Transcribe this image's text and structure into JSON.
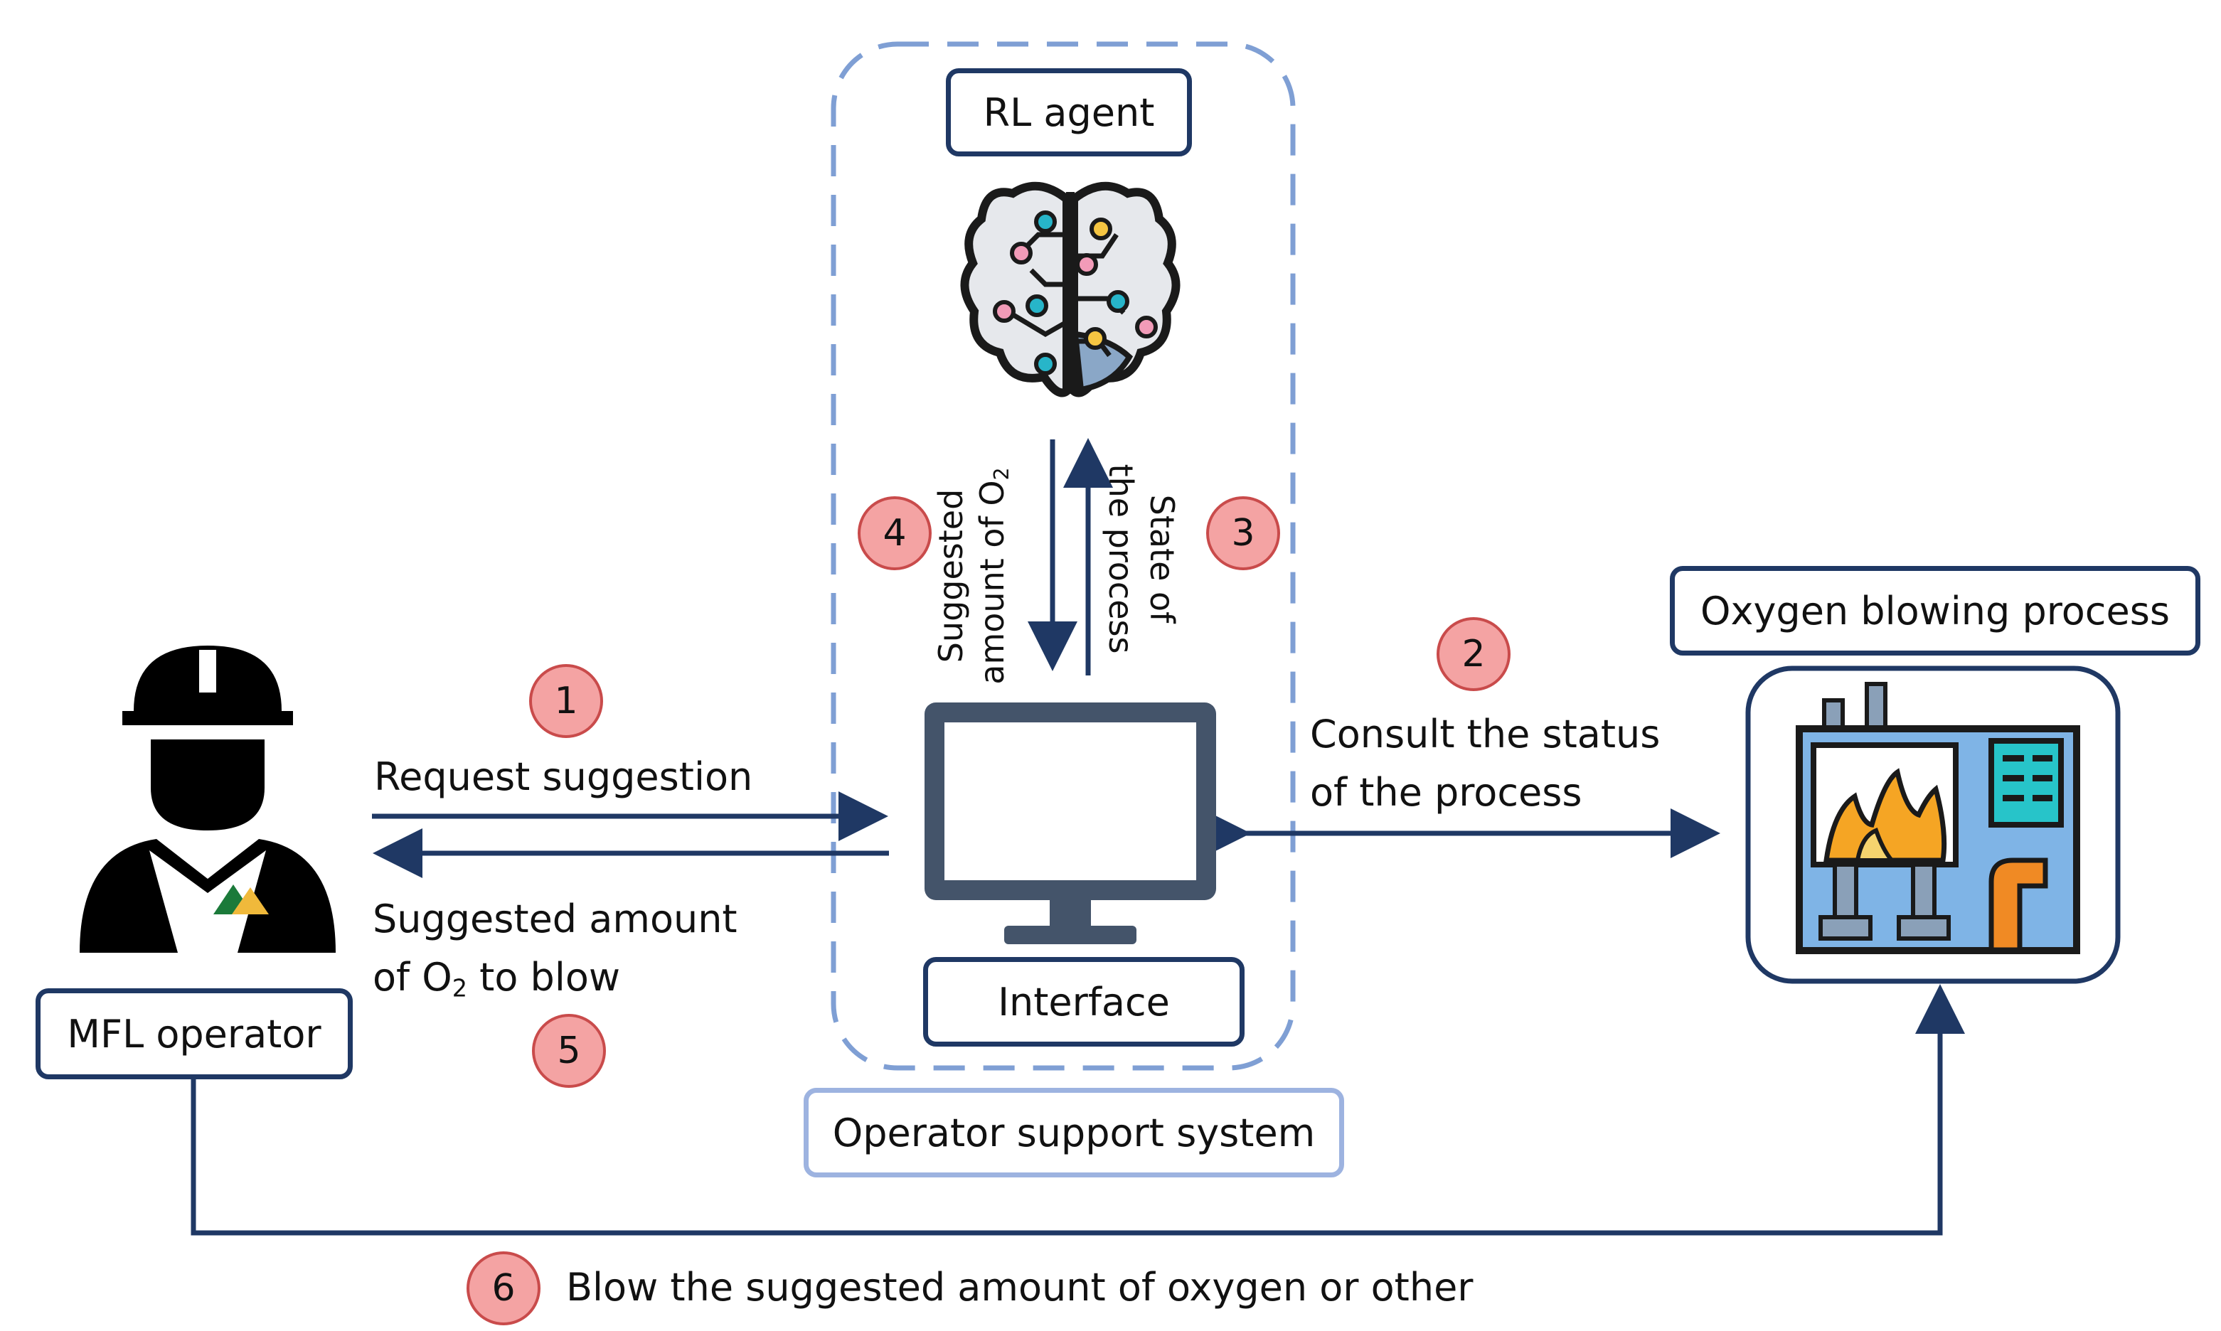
{
  "boxes": {
    "rl_agent": "RL agent",
    "oxygen_process": "Oxygen blowing process",
    "mfl_operator": "MFL operator",
    "interface": "Interface",
    "support_system": "Operator support system"
  },
  "steps": {
    "s1": "1",
    "s2": "2",
    "s3": "3",
    "s4": "4",
    "s5": "5",
    "s6": "6"
  },
  "labels": {
    "request": "Request suggestion",
    "consult_line1": "Consult the status",
    "consult_line2": "of the process",
    "suggested_line1": "Suggested amount",
    "suggested_line2_pre": "of O",
    "suggested_line2_sub": "2",
    "suggested_line2_post": " to blow",
    "state_line1": "State of",
    "state_line2": "the process",
    "sugg_vert_line1": "Suggested",
    "sugg_vert_line2_pre": "amount of O",
    "sugg_vert_line2_sub": "2",
    "blow": "Blow the suggested amount of oxygen or other"
  },
  "colors": {
    "navy": "#1f3864",
    "light_blue": "#9db3e0",
    "badge_fill": "#f4a3a3",
    "badge_stroke": "#c94b4b",
    "monitor": "#44546a"
  },
  "icons": [
    "operator-icon",
    "brain-icon",
    "monitor-icon",
    "furnace-icon"
  ]
}
